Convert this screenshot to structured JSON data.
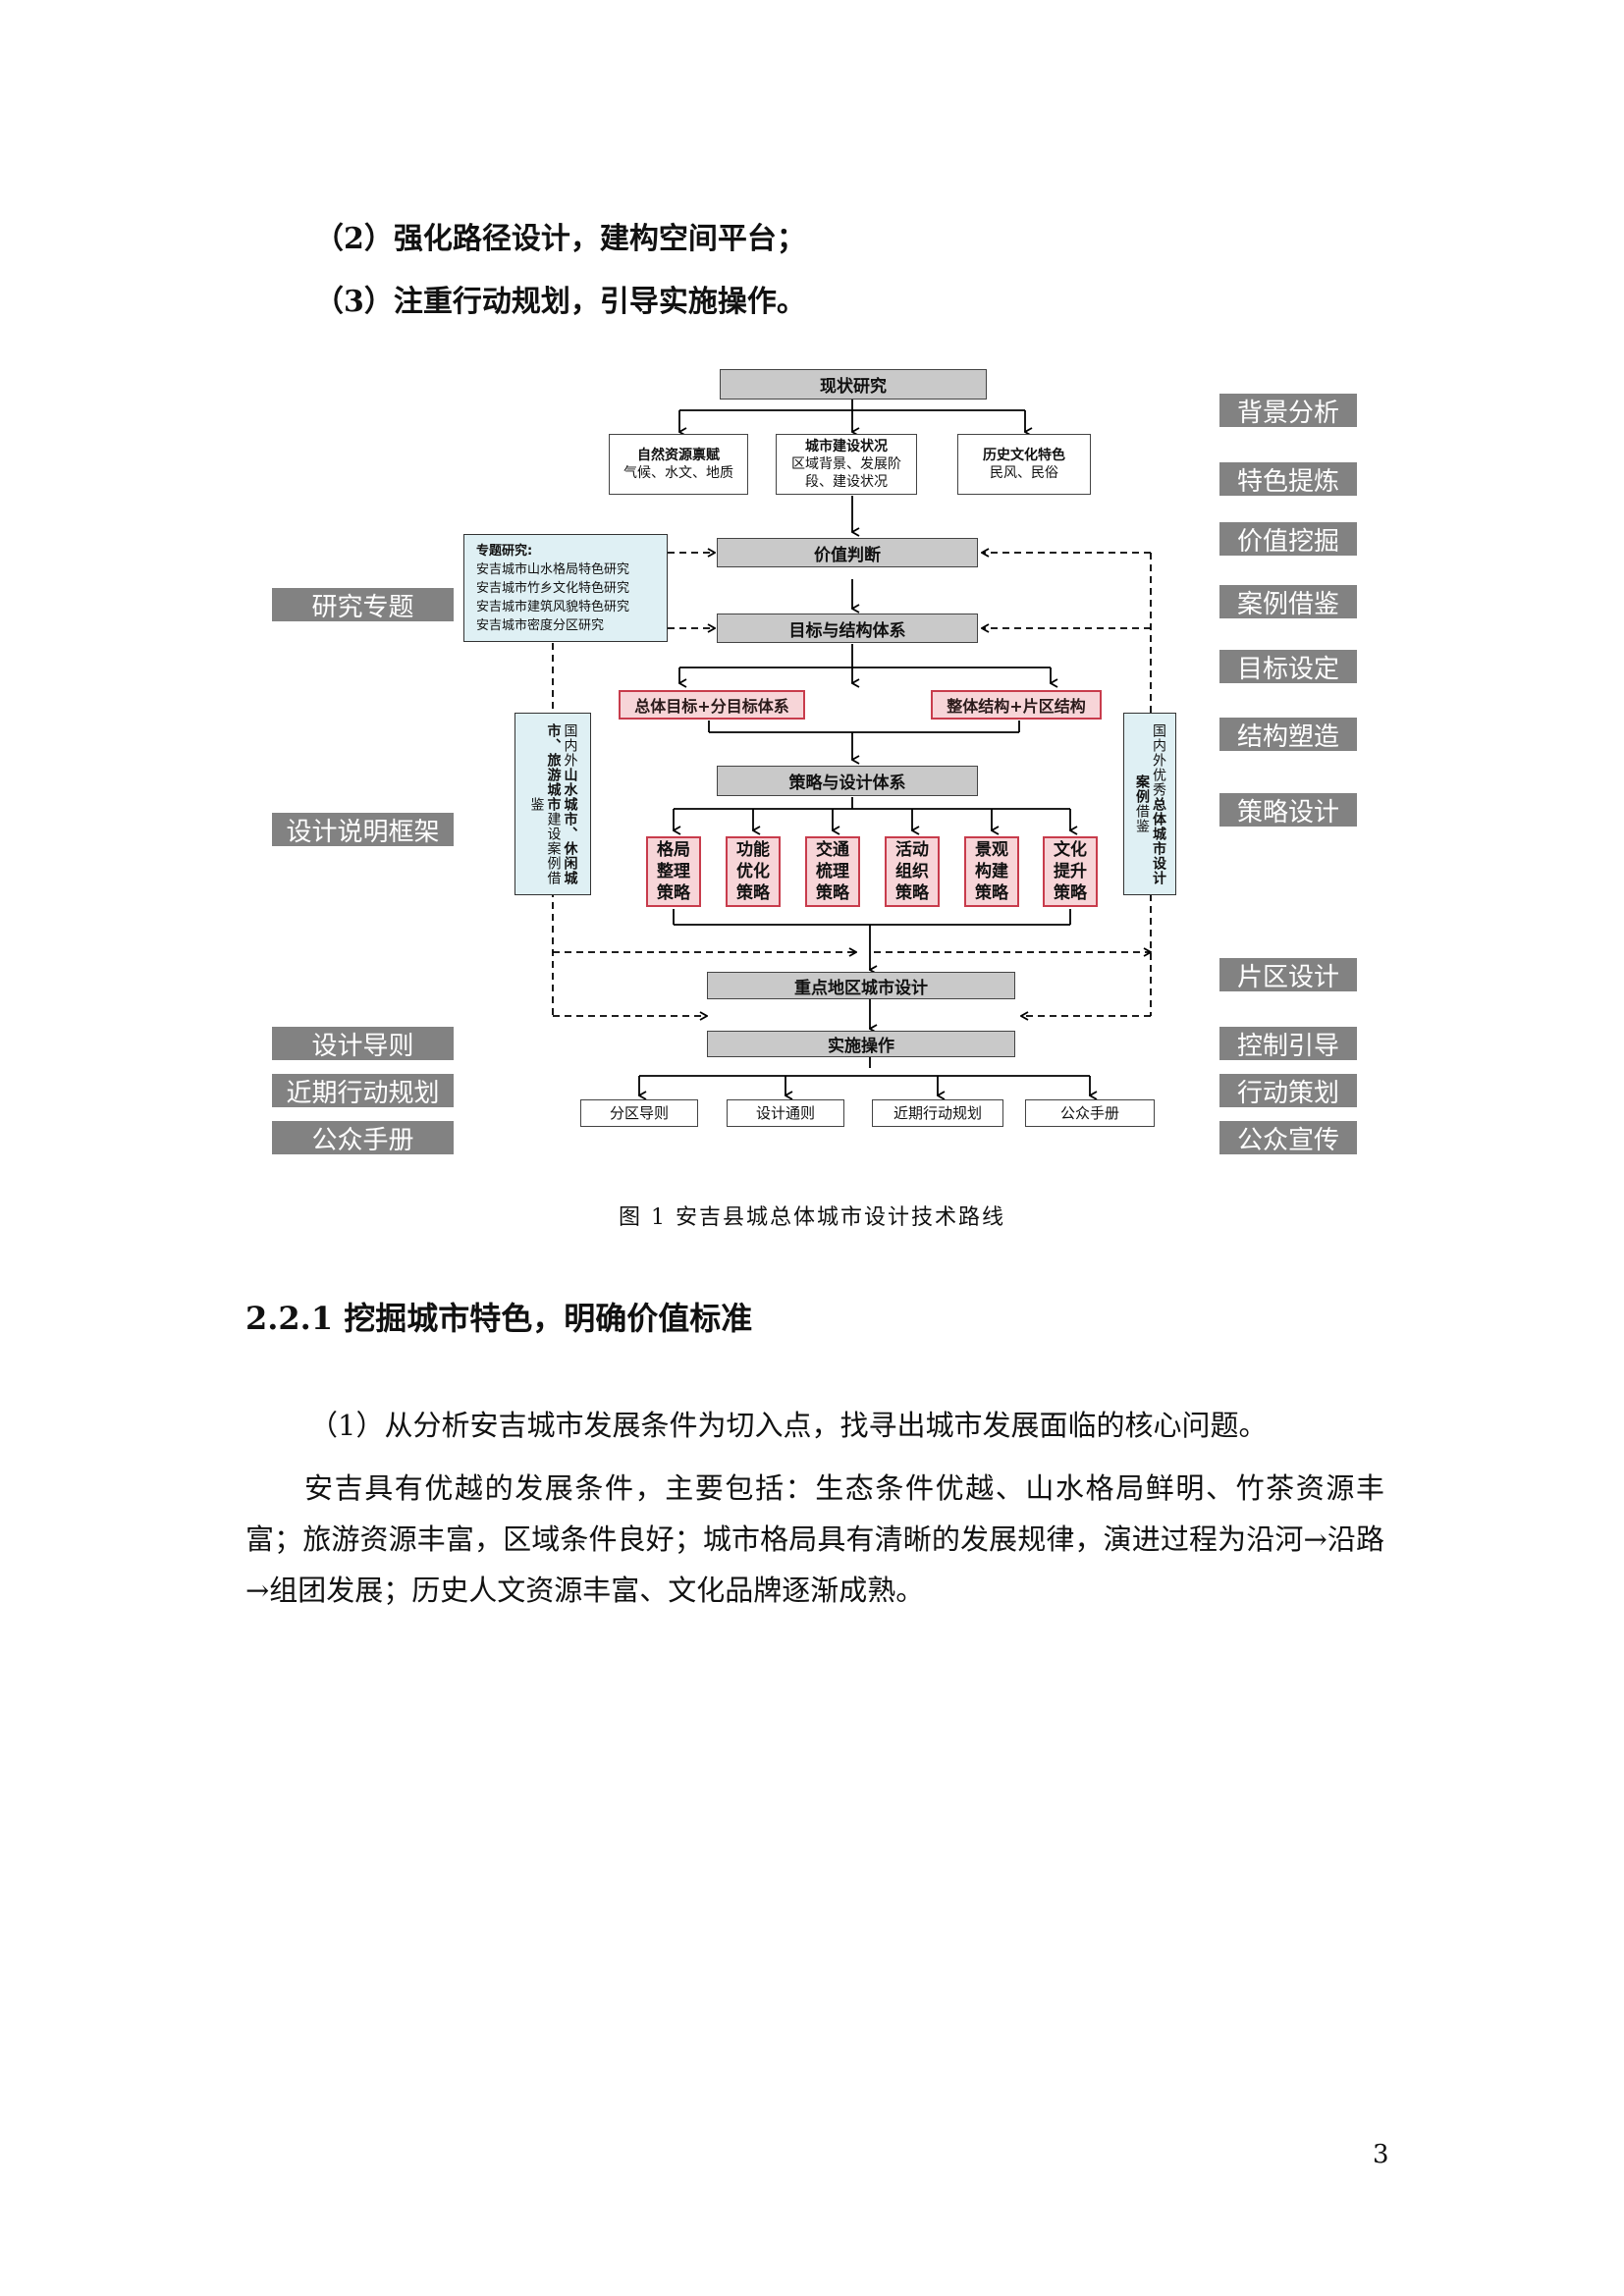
{
  "document": {
    "list_items": [
      "（2）强化路径设计，建构空间平台；",
      "（3）注重行动规划，引导实施操作。"
    ],
    "figure_caption": "图 1  安吉县城总体城市设计技术路线",
    "section_title": "2.2.1  挖掘城市特色，明确价值标准",
    "paragraphs": [
      "（1）从分析安吉城市发展条件为切入点，找寻出城市发展面临的核心问题。",
      "安吉具有优越的发展条件，主要包括：生态条件优越、山水格局鲜明、竹茶资源丰富；旅游资源丰富，区域条件良好；城市格局具有清晰的发展规律，演进过程为沿河→沿路→组团发展；历史人文资源丰富、文化品牌逐渐成熟。"
    ],
    "page_number": "3"
  },
  "diagram": {
    "main_boxes": {
      "status_research": "现状研究",
      "value_judgment": "价值判断",
      "goal_structure": "目标与结构体系",
      "strategy_design": "策略与设计体系",
      "key_area_design": "重点地区城市设计",
      "implementation": "实施操作"
    },
    "research_boxes": [
      {
        "title": "自然资源禀赋",
        "sub": "气候、水文、地质"
      },
      {
        "title": "城市建设状况",
        "sub": "区域背景、发展阶段、建设状况"
      },
      {
        "title": "历史文化特色",
        "sub": "民风、民俗"
      }
    ],
    "topic_research": {
      "title": "专题研究:",
      "items": [
        "安吉城市山水格局特色研究",
        "安吉城市竹乡文化特色研究",
        "安吉城市建筑风貌特色研究",
        "安吉城市密度分区研究"
      ]
    },
    "goal_boxes": [
      "总体目标+分目标体系",
      "整体结构+片区结构"
    ],
    "strategies": [
      "格局整理策略",
      "功能优化策略",
      "交通梳理策略",
      "活动组织策略",
      "景观构建策略",
      "文化提升策略"
    ],
    "left_case_box": {
      "normal1": "国内外",
      "bold1": "山水城市、休闲城市",
      "bold2": "、旅游城市",
      "normal2": "建设案例借鉴"
    },
    "right_case_box": {
      "normal1": "国内外优秀",
      "bold1": "总体城市设计案例",
      "normal2": "借鉴"
    },
    "outputs": [
      "分区导则",
      "设计通则",
      "近期行动规划",
      "公众手册"
    ],
    "left_labels": [
      "研究专题",
      "设计说明框架",
      "设计导则",
      "近期行动规划",
      "公众手册"
    ],
    "right_labels": [
      "背景分析",
      "特色提炼",
      "价值挖掘",
      "案例借鉴",
      "目标设定",
      "结构塑造",
      "策略设计",
      "片区设计",
      "控制引导",
      "行动策划",
      "公众宣传"
    ],
    "colors": {
      "gray_box": "#c9c9c9",
      "pink_fill": "#f7d5d8",
      "pink_border": "#c83c4c",
      "cyan_fill": "#dff0f4",
      "label_gray": "#828282"
    }
  }
}
